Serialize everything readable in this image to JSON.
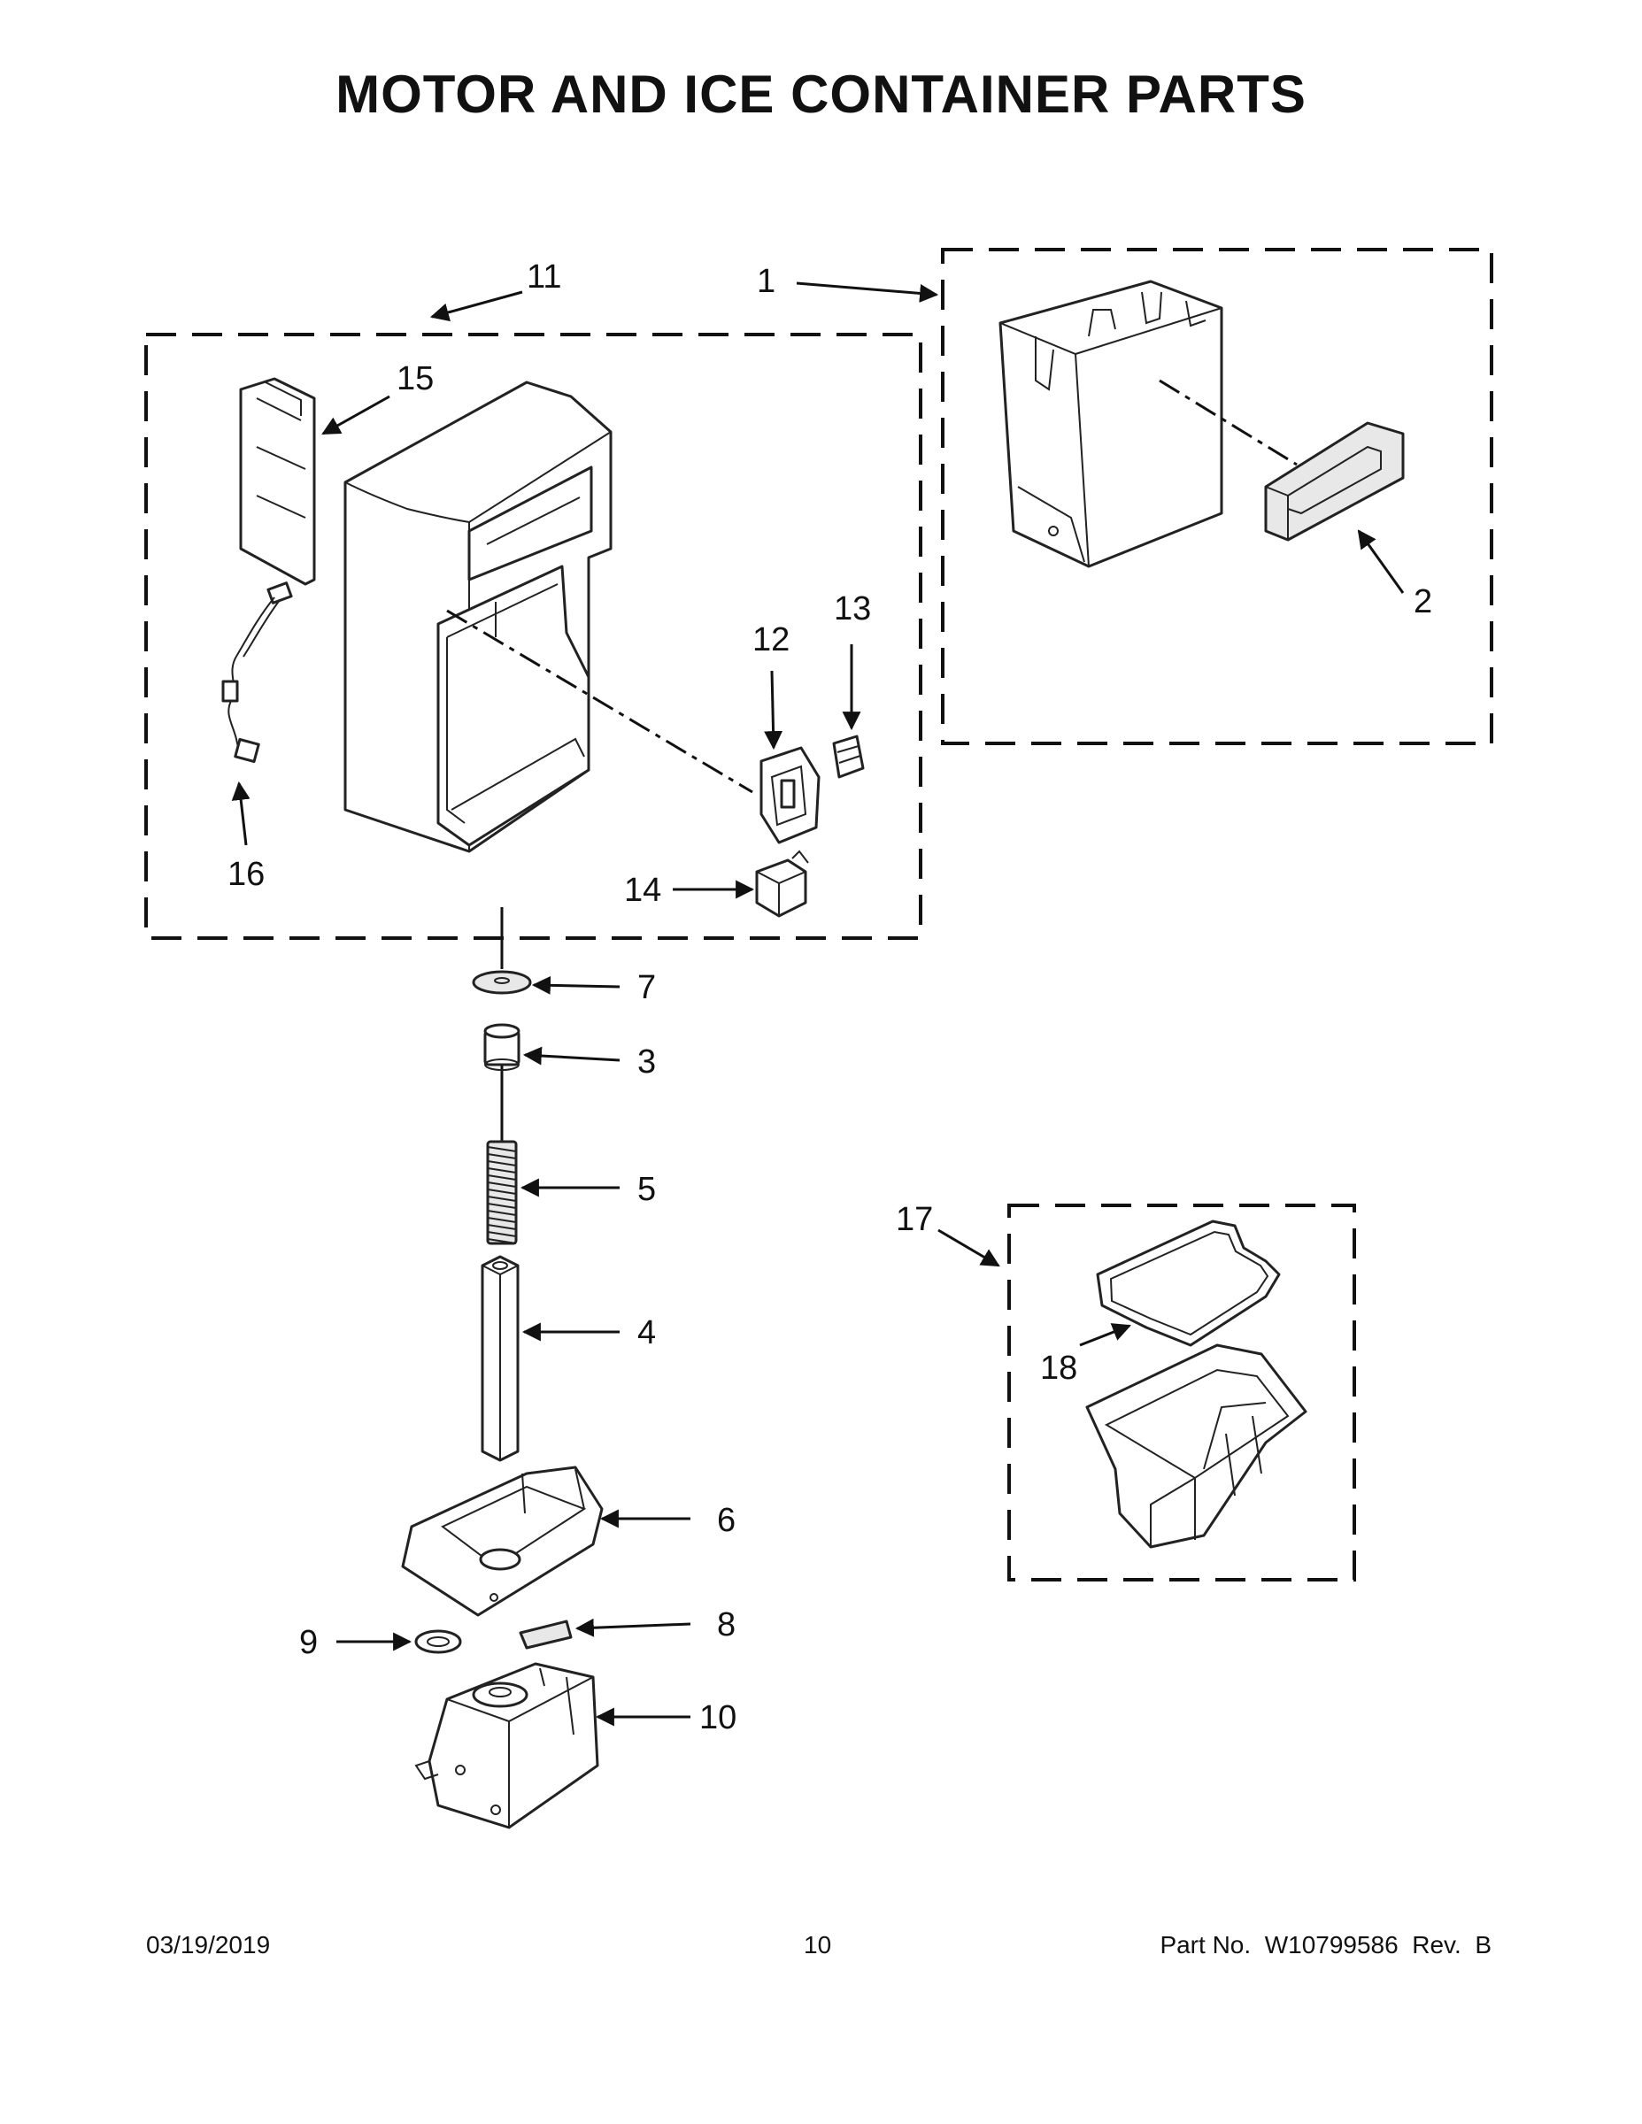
{
  "title": "MOTOR AND ICE CONTAINER PARTS",
  "callouts": [
    "1",
    "2",
    "3",
    "4",
    "5",
    "6",
    "7",
    "8",
    "9",
    "10",
    "11",
    "12",
    "13",
    "14",
    "15",
    "16",
    "17",
    "18"
  ],
  "footer": {
    "date": "03/19/2019",
    "page": "10",
    "part_no": "Part No.  W10799586  Rev.  B"
  }
}
